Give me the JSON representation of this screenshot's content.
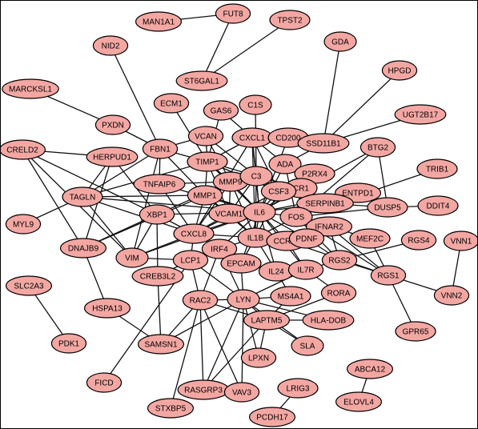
{
  "network": {
    "nodes": [
      {
        "id": "MAN1A1"
      },
      {
        "id": "FUT8"
      },
      {
        "id": "TPST2"
      },
      {
        "id": "NID2"
      },
      {
        "id": "GDA"
      },
      {
        "id": "HPGD"
      },
      {
        "id": "MARCKSL1"
      },
      {
        "id": "ST6GAL1"
      },
      {
        "id": "ECM1"
      },
      {
        "id": "GAS6"
      },
      {
        "id": "C1S"
      },
      {
        "id": "UGT2B17"
      },
      {
        "id": "PXDN"
      },
      {
        "id": "CRELD2"
      },
      {
        "id": "HERPUD1"
      },
      {
        "id": "FBN1"
      },
      {
        "id": "VCAN"
      },
      {
        "id": "CXCL1"
      },
      {
        "id": "CD200"
      },
      {
        "id": "SSD11B1"
      },
      {
        "id": "BTG2"
      },
      {
        "id": "TIMP1"
      },
      {
        "id": "ADA"
      },
      {
        "id": "P2RX4"
      },
      {
        "id": "TRIB1"
      },
      {
        "id": "TAGLN"
      },
      {
        "id": "TNFAIP6"
      },
      {
        "id": "MMP9"
      },
      {
        "id": "C3"
      },
      {
        "id": "CR1"
      },
      {
        "id": "ENTPD1"
      },
      {
        "id": "MMP1"
      },
      {
        "id": "CSF3"
      },
      {
        "id": "SERPINB1"
      },
      {
        "id": "DUSP5"
      },
      {
        "id": "DDIT4"
      },
      {
        "id": "MYL9"
      },
      {
        "id": "XBP1"
      },
      {
        "id": "VCAM1"
      },
      {
        "id": "IL6"
      },
      {
        "id": "FOS"
      },
      {
        "id": "IFNAR2"
      },
      {
        "id": "DNAJB9"
      },
      {
        "id": "CXCL8"
      },
      {
        "id": "IL1B"
      },
      {
        "id": "CCR28"
      },
      {
        "id": "PDNF"
      },
      {
        "id": "MEF2C"
      },
      {
        "id": "RGS4"
      },
      {
        "id": "VNN1"
      },
      {
        "id": "VIM"
      },
      {
        "id": "LCP1"
      },
      {
        "id": "IRF4"
      },
      {
        "id": "EPCAM"
      },
      {
        "id": "IL24"
      },
      {
        "id": "IL7R"
      },
      {
        "id": "RGS2"
      },
      {
        "id": "RGS1"
      },
      {
        "id": "SLC2A3"
      },
      {
        "id": "CREB3L2"
      },
      {
        "id": "VNN2"
      },
      {
        "id": "HSPA13"
      },
      {
        "id": "RAC2"
      },
      {
        "id": "LYN"
      },
      {
        "id": "MS4A1"
      },
      {
        "id": "RORA"
      },
      {
        "id": "HLA-DOB"
      },
      {
        "id": "LAPTM5"
      },
      {
        "id": "GPR65"
      },
      {
        "id": "PDK1"
      },
      {
        "id": "SAMSN1"
      },
      {
        "id": "SLA"
      },
      {
        "id": "LPXN"
      },
      {
        "id": "ABCA12"
      },
      {
        "id": "FICD"
      },
      {
        "id": "RASGRP3"
      },
      {
        "id": "VAV3"
      },
      {
        "id": "LRIG3"
      },
      {
        "id": "ELOVL4"
      },
      {
        "id": "STXBP5"
      },
      {
        "id": "PCDH17"
      }
    ],
    "edges": [
      [
        "MAN1A1",
        "FUT8"
      ],
      [
        "FUT8",
        "ST6GAL1"
      ],
      [
        "TPST2",
        "ST6GAL1"
      ],
      [
        "MARCKSL1",
        "PXDN"
      ],
      [
        "NID2",
        "FBN1"
      ],
      [
        "PXDN",
        "FBN1"
      ],
      [
        "GDA",
        "SSD11B1"
      ],
      [
        "HPGD",
        "SSD11B1"
      ],
      [
        "UGT2B17",
        "SSD11B1"
      ],
      [
        "SSD11B1",
        "CD200"
      ],
      [
        "SSD11B1",
        "ADA"
      ],
      [
        "ECM1",
        "TIMP1"
      ],
      [
        "GAS6",
        "CXCL1"
      ],
      [
        "GAS6",
        "TIMP1"
      ],
      [
        "C1S",
        "C3"
      ],
      [
        "FBN1",
        "VCAN"
      ],
      [
        "FBN1",
        "TIMP1"
      ],
      [
        "FBN1",
        "MMP1"
      ],
      [
        "FBN1",
        "TNFAIP6"
      ],
      [
        "FBN1",
        "VIM"
      ],
      [
        "FBN1",
        "TAGLN"
      ],
      [
        "VCAN",
        "MMP9"
      ],
      [
        "VCAN",
        "TIMP1"
      ],
      [
        "VCAN",
        "C3"
      ],
      [
        "CRELD2",
        "HERPUD1"
      ],
      [
        "CRELD2",
        "XBP1"
      ],
      [
        "CRELD2",
        "DNAJB9"
      ],
      [
        "CRELD2",
        "VIM"
      ],
      [
        "HERPUD1",
        "XBP1"
      ],
      [
        "HERPUD1",
        "DNAJB9"
      ],
      [
        "HERPUD1",
        "TAGLN"
      ],
      [
        "TAGLN",
        "MYL9"
      ],
      [
        "TAGLN",
        "VIM"
      ],
      [
        "TAGLN",
        "MMP1"
      ],
      [
        "TAGLN",
        "TIMP1"
      ],
      [
        "TAGLN",
        "CXCL8"
      ],
      [
        "XBP1",
        "DNAJB9"
      ],
      [
        "XBP1",
        "VIM"
      ],
      [
        "XBP1",
        "MMP9"
      ],
      [
        "XBP1",
        "IL6"
      ],
      [
        "XBP1",
        "CXCL8"
      ],
      [
        "DNAJB9",
        "HSPA13"
      ],
      [
        "DNAJB9",
        "MMP1"
      ],
      [
        "TNFAIP6",
        "MMP9"
      ],
      [
        "TNFAIP6",
        "IL6"
      ],
      [
        "TNFAIP6",
        "CXCL8"
      ],
      [
        "TIMP1",
        "MMP9"
      ],
      [
        "TIMP1",
        "MMP1"
      ],
      [
        "TIMP1",
        "C3"
      ],
      [
        "TIMP1",
        "IL6"
      ],
      [
        "TIMP1",
        "VCAM1"
      ],
      [
        "TIMP1",
        "CXCL1"
      ],
      [
        "TIMP1",
        "CSF3"
      ],
      [
        "MMP9",
        "MMP1"
      ],
      [
        "MMP9",
        "C3"
      ],
      [
        "MMP9",
        "VCAM1"
      ],
      [
        "MMP9",
        "IL6"
      ],
      [
        "MMP9",
        "CXCL8"
      ],
      [
        "MMP9",
        "IL1B"
      ],
      [
        "MMP1",
        "CXCL8"
      ],
      [
        "MMP1",
        "IL6"
      ],
      [
        "MMP1",
        "VCAM1"
      ],
      [
        "MMP1",
        "IL1B"
      ],
      [
        "CXCL1",
        "CXCL8"
      ],
      [
        "CXCL1",
        "IL6"
      ],
      [
        "CXCL1",
        "CD200"
      ],
      [
        "CXCL1",
        "ADA"
      ],
      [
        "CXCL1",
        "C3"
      ],
      [
        "CXCL1",
        "IL1B"
      ],
      [
        "CXCL1",
        "CSF3"
      ],
      [
        "CD200",
        "IL6"
      ],
      [
        "ADA",
        "IL6"
      ],
      [
        "ADA",
        "FOS"
      ],
      [
        "P2RX4",
        "IL6"
      ],
      [
        "P2RX4",
        "FOS"
      ],
      [
        "C3",
        "CR1"
      ],
      [
        "C3",
        "IL6"
      ],
      [
        "C3",
        "VCAM1"
      ],
      [
        "C3",
        "IL1B"
      ],
      [
        "CR1",
        "IL6"
      ],
      [
        "CR1",
        "FOS"
      ],
      [
        "CSF3",
        "IL6"
      ],
      [
        "CSF3",
        "IL1B"
      ],
      [
        "CSF3",
        "CXCL8"
      ],
      [
        "VCAM1",
        "IL6"
      ],
      [
        "VCAM1",
        "IL1B"
      ],
      [
        "VCAM1",
        "CXCL8"
      ],
      [
        "IL6",
        "FOS"
      ],
      [
        "IL6",
        "IL1B"
      ],
      [
        "IL6",
        "CXCL8"
      ],
      [
        "IL6",
        "CCR28"
      ],
      [
        "IL6",
        "SERPINB1"
      ],
      [
        "IL6",
        "IL24"
      ],
      [
        "IL6",
        "EPCAM"
      ],
      [
        "IL6",
        "IRF4"
      ],
      [
        "IL6",
        "IL7R"
      ],
      [
        "IL6",
        "ENTPD1"
      ],
      [
        "IL6",
        "PDNF"
      ],
      [
        "FOS",
        "SERPINB1"
      ],
      [
        "FOS",
        "IFNAR2"
      ],
      [
        "FOS",
        "DUSP5"
      ],
      [
        "FOS",
        "BTG2"
      ],
      [
        "FOS",
        "RGS2"
      ],
      [
        "FOS",
        "RGS1"
      ],
      [
        "FOS",
        "ENTPD1"
      ],
      [
        "FOS",
        "TRIB1"
      ],
      [
        "FOS",
        "IL1B"
      ],
      [
        "FOS",
        "MEF2C"
      ],
      [
        "SERPINB1",
        "ENTPD1"
      ],
      [
        "SERPINB1",
        "DUSP5"
      ],
      [
        "BTG2",
        "DUSP5"
      ],
      [
        "BTG2",
        "IL6"
      ],
      [
        "DUSP5",
        "DDIT4"
      ],
      [
        "IL1B",
        "CXCL8"
      ],
      [
        "IL1B",
        "CCR28"
      ],
      [
        "IL1B",
        "IRF4"
      ],
      [
        "IL1B",
        "EPCAM"
      ],
      [
        "IL1B",
        "IL24"
      ],
      [
        "CCR28",
        "IL7R"
      ],
      [
        "CCR28",
        "PDNF"
      ],
      [
        "CCR28",
        "RGS1"
      ],
      [
        "PDNF",
        "RGS2"
      ],
      [
        "IFNAR2",
        "RGS2"
      ],
      [
        "IFNAR2",
        "RGS1"
      ],
      [
        "MEF2C",
        "RGS1"
      ],
      [
        "RGS4",
        "RGS2"
      ],
      [
        "RGS2",
        "RGS1"
      ],
      [
        "RGS2",
        "IL7R"
      ],
      [
        "RGS1",
        "VNN2"
      ],
      [
        "RGS1",
        "GPR65"
      ],
      [
        "VNN1",
        "VNN2"
      ],
      [
        "IL7R",
        "RORA"
      ],
      [
        "IL7R",
        "LYN"
      ],
      [
        "RORA",
        "LAPTM5"
      ],
      [
        "CXCL8",
        "VIM"
      ],
      [
        "CXCL8",
        "LCP1"
      ],
      [
        "CXCL8",
        "IRF4"
      ],
      [
        "LCP1",
        "VIM"
      ],
      [
        "LCP1",
        "IRF4"
      ],
      [
        "LCP1",
        "RAC2"
      ],
      [
        "LCP1",
        "CREB3L2"
      ],
      [
        "LCP1",
        "LYN"
      ],
      [
        "LCP1",
        "FICD"
      ],
      [
        "IRF4",
        "EPCAM"
      ],
      [
        "IRF4",
        "LYN"
      ],
      [
        "IRF4",
        "RAC2"
      ],
      [
        "EPCAM",
        "IL24"
      ],
      [
        "EPCAM",
        "LYN"
      ],
      [
        "IL24",
        "IL7R"
      ],
      [
        "IL24",
        "MS4A1"
      ],
      [
        "MS4A1",
        "LYN"
      ],
      [
        "MS4A1",
        "LAPTM5"
      ],
      [
        "LYN",
        "RAC2"
      ],
      [
        "LYN",
        "LAPTM5"
      ],
      [
        "LYN",
        "VAV3"
      ],
      [
        "LYN",
        "LPXN"
      ],
      [
        "LYN",
        "SLA"
      ],
      [
        "LYN",
        "SAMSN1"
      ],
      [
        "LYN",
        "HLA-DOB"
      ],
      [
        "LYN",
        "RASGRP3"
      ],
      [
        "RAC2",
        "RASGRP3"
      ],
      [
        "RAC2",
        "VAV3"
      ],
      [
        "RAC2",
        "STXBP5"
      ],
      [
        "RAC2",
        "LAPTM5"
      ],
      [
        "RAC2",
        "SAMSN1"
      ],
      [
        "LAPTM5",
        "SLA"
      ],
      [
        "LAPTM5",
        "LPXN"
      ],
      [
        "LAPTM5",
        "HLA-DOB"
      ],
      [
        "LAPTM5",
        "RASGRP3"
      ],
      [
        "CREB3L2",
        "SAMSN1"
      ],
      [
        "CREB3L2",
        "XBP1"
      ],
      [
        "HSPA13",
        "SAMSN1"
      ],
      [
        "SLC2A3",
        "PDK1"
      ],
      [
        "ABCA12",
        "ELOVL4"
      ],
      [
        "LRIG3",
        "PCDH17"
      ],
      [
        "VIM",
        "IL6"
      ],
      [
        "TAGLN",
        "IL6"
      ]
    ]
  }
}
